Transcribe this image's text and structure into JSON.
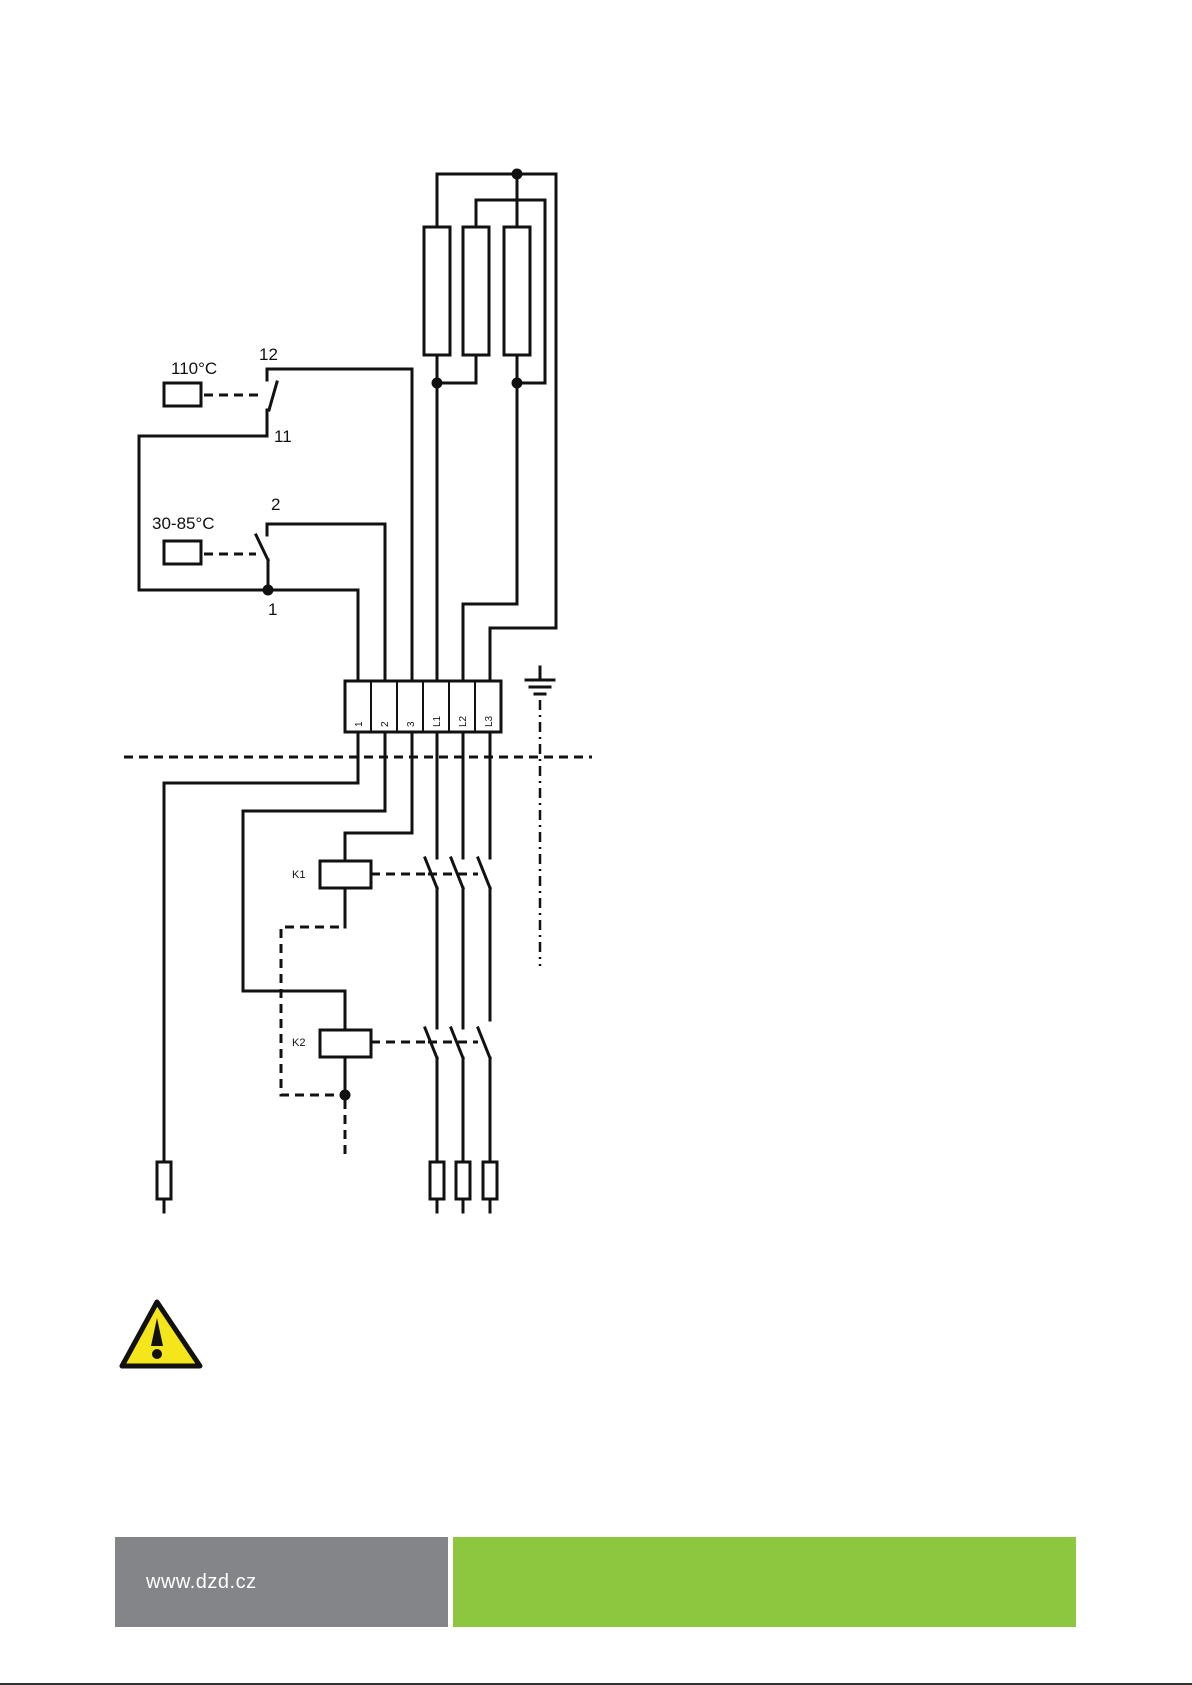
{
  "thermostat_high": {
    "temp_label": "110°C",
    "terminal_top": "12",
    "terminal_bottom": "11"
  },
  "thermostat_adjustable": {
    "temp_label": "30-85°C",
    "terminal_top": "2",
    "terminal_bottom": "1"
  },
  "terminal_block": {
    "labels": [
      "1",
      "2",
      "3",
      "L1",
      "L2",
      "L3"
    ]
  },
  "contactors": {
    "k1": "K1",
    "k2": "K2"
  },
  "warning": {
    "icon": "warning-icon",
    "color": "#f5e61b"
  },
  "footer": {
    "url": "www.dzd.cz",
    "left_color": "#848589",
    "right_color": "#8dc63f"
  }
}
